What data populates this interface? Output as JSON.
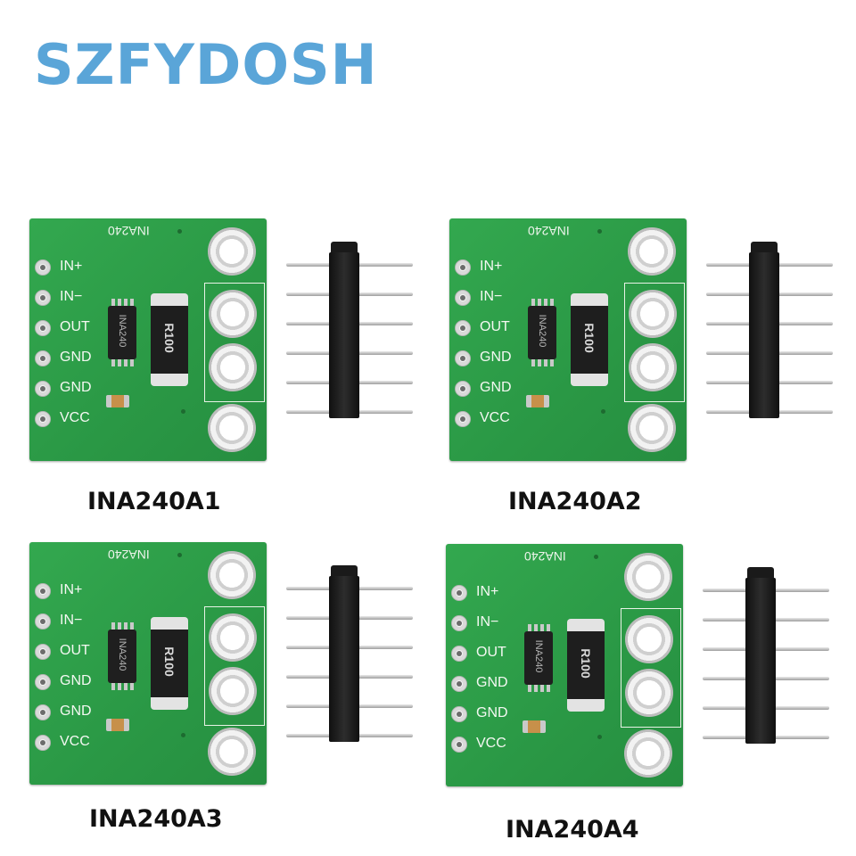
{
  "brand": {
    "text": "SZFYDOSH",
    "color": "#5aa5d8"
  },
  "board": {
    "chip_name": "INA240",
    "ic_marking": "INA240",
    "resistor_marking": "R100",
    "pins": [
      "IN+",
      "IN−",
      "OUT",
      "GND",
      "GND",
      "VCC"
    ],
    "color": "#2fa04a"
  },
  "variants": [
    {
      "label": "INA240A1"
    },
    {
      "label": "INA240A2"
    },
    {
      "label": "INA240A3"
    },
    {
      "label": "INA240A4"
    }
  ]
}
